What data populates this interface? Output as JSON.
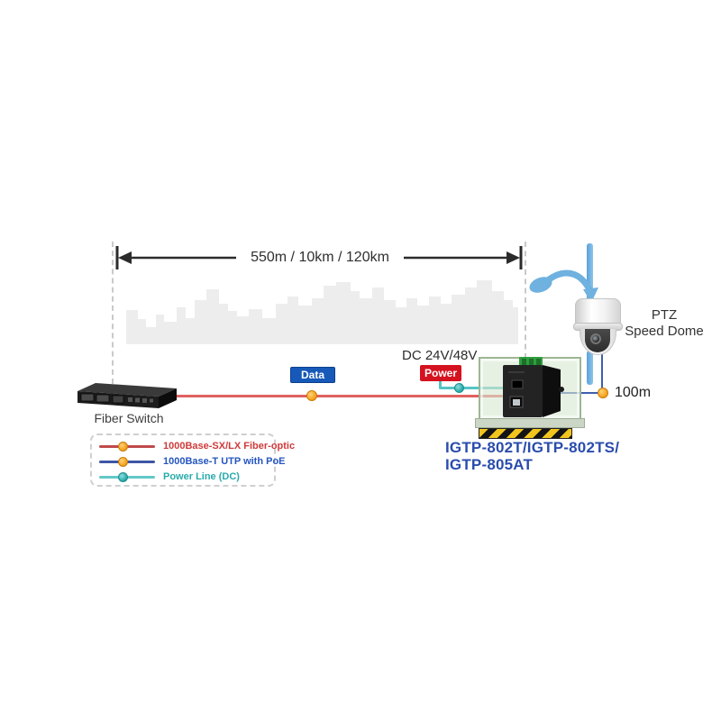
{
  "measure": {
    "label": "550m / 10km / 120km"
  },
  "devices": {
    "fiber_switch": {
      "label": "Fiber Switch"
    },
    "poe_switch": {
      "label_line1": "IGTP-802T/IGTP-802TS/",
      "label_line2": "IGTP-805AT"
    },
    "camera": {
      "label_line1": "PTZ",
      "label_line2": "Speed Dome"
    }
  },
  "badges": {
    "data": {
      "label": "Data",
      "bg": "#1659b8"
    },
    "power": {
      "label": "Power",
      "bg": "#d5121f"
    },
    "dc_input": {
      "label": "DC 24V/48V"
    }
  },
  "distances": {
    "utp_run": "100m"
  },
  "legend": {
    "items": [
      {
        "label": "1000Base-SX/LX Fiber-optic",
        "line_color": "#bf4a4a",
        "dot_color": "#f5a623",
        "text_color": "#d03a3a"
      },
      {
        "label": "1000Base-T UTP with PoE",
        "line_color": "#3d56a5",
        "dot_color": "#f5a623",
        "text_color": "#2456c0"
      },
      {
        "label": "Power Line (DC)",
        "line_color": "#63c8c8",
        "dot_color": "#2aabab",
        "text_color": "#2aabab"
      }
    ]
  },
  "colors": {
    "fiber_line": "#e06161",
    "utp_line": "#3c5fae",
    "power_line": "#56c4c4",
    "skyline": "#ededed",
    "enclosure_green": "#d7e8d1",
    "hazard_yellow": "#f2c51d",
    "igtp_text": "#2a4cad",
    "arrow_blue": "#6fb1df"
  }
}
